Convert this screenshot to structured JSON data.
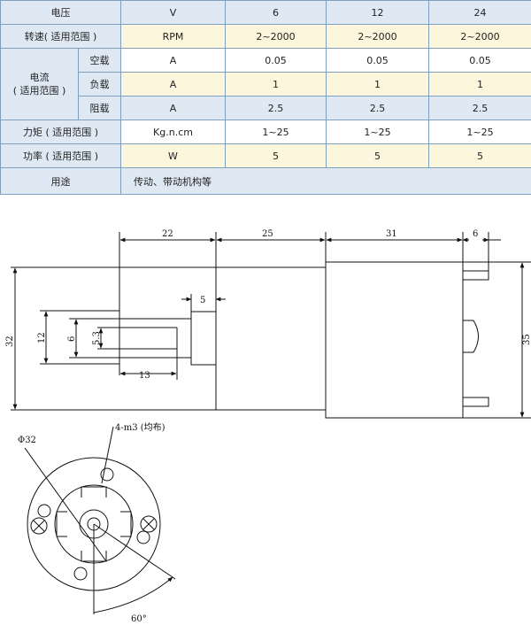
{
  "table": {
    "voltage": {
      "label": "电压",
      "unit": "V",
      "values": [
        "6",
        "12",
        "24"
      ]
    },
    "speed": {
      "label": "转速( 适用范围 )",
      "unit": "RPM",
      "values": [
        "2~2000",
        "2~2000",
        "2~2000"
      ]
    },
    "current": {
      "label_line1": "电流",
      "label_line2": "( 适用范围 )",
      "no_load": {
        "label": "空载",
        "unit": "A",
        "values": [
          "0.05",
          "0.05",
          "0.05"
        ]
      },
      "load": {
        "label": "负载",
        "unit": "A",
        "values": [
          "1",
          "1",
          "1"
        ]
      },
      "stall": {
        "label": "阻载",
        "unit": "A",
        "values": [
          "2.5",
          "2.5",
          "2.5"
        ]
      }
    },
    "torque": {
      "label": "力矩 ( 适用范围 )",
      "unit": "Kg.n.cm",
      "values": [
        "1~25",
        "1~25",
        "1~25"
      ]
    },
    "power": {
      "label": "功率 ( 适用范围 )",
      "unit": "W",
      "values": [
        "5",
        "5",
        "5"
      ]
    },
    "usage": {
      "label": "用途",
      "text": "传动、带动机构等"
    }
  },
  "drawing": {
    "dims_top": [
      "22",
      "25",
      "31",
      "6"
    ],
    "dim_5": "5",
    "dim_32": "32",
    "dim_35": "35",
    "dim_12": "12",
    "dim_6": "6",
    "dim_5_3": "5.3",
    "dim_13": "13",
    "phi": "Φ32",
    "holes": "4-m3 (均布)",
    "angle": "60°"
  }
}
